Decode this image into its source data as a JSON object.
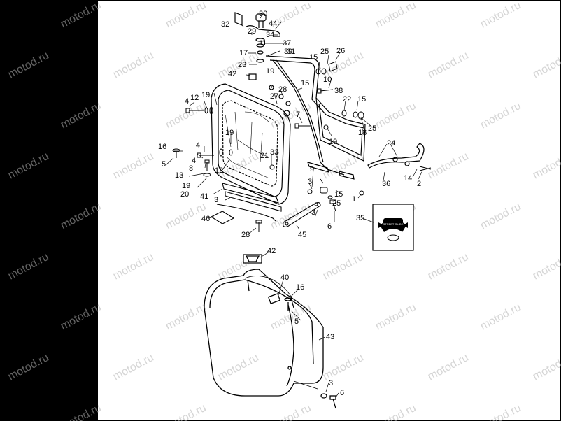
{
  "diagram": {
    "callouts": [
      "30",
      "32",
      "29",
      "44",
      "34",
      "37",
      "11",
      "39",
      "25",
      "26",
      "17",
      "31",
      "15",
      "23",
      "10",
      "42",
      "19",
      "15",
      "28",
      "38",
      "27",
      "12",
      "19",
      "22",
      "15",
      "4",
      "7",
      "16",
      "18",
      "25",
      "19",
      "19",
      "4",
      "21",
      "33",
      "24",
      "5",
      "4",
      "8",
      "12",
      "13",
      "9",
      "3",
      "36",
      "14",
      "2",
      "19",
      "15",
      "20",
      "41",
      "3",
      "1",
      "25",
      "35",
      "3",
      "46",
      "6",
      "28",
      "45",
      "42",
      "40",
      "16",
      "5",
      "43",
      "3",
      "6"
    ],
    "watermark": "motod.ru",
    "badge_text": "STREET GLIDE",
    "colors": {
      "background": "#000000",
      "panel": "#ffffff",
      "ink": "#000000",
      "watermark": "#b4b4b4"
    }
  }
}
